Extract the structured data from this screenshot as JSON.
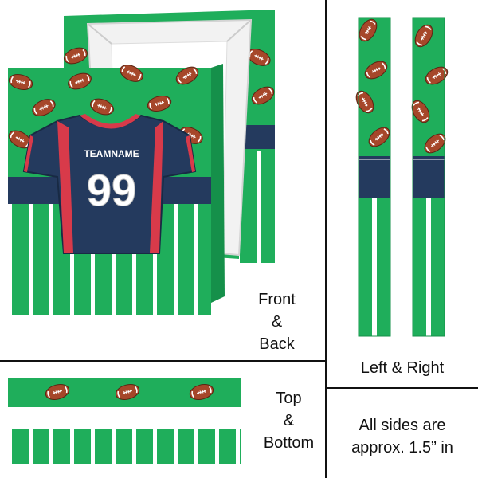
{
  "jersey": {
    "team_name": "TEAMNAME",
    "number": "99"
  },
  "labels": {
    "front_back": [
      "Front",
      "&",
      "Back"
    ],
    "left_right": "Left & Right",
    "top_bottom": [
      "Top",
      "&",
      "Bottom"
    ],
    "sides_note": [
      "All sides are",
      "approx. 1.5” in"
    ]
  },
  "colors": {
    "field_green": "#1fae5b",
    "stripe_white": "#ffffff",
    "band_navy": "#243a5e",
    "jersey_red": "#d83a4a",
    "football_brown": "#a6472a"
  }
}
